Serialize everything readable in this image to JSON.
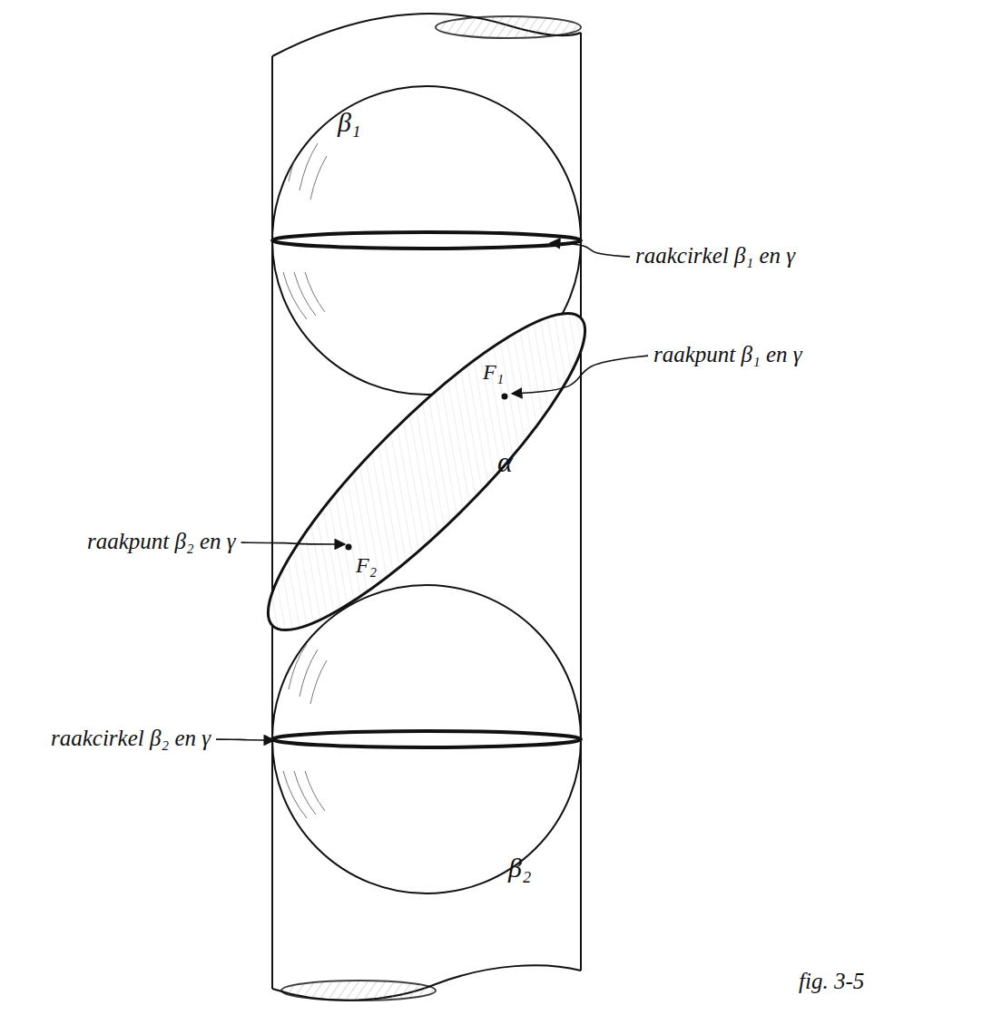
{
  "diagram": {
    "caption": "fig. 3-5",
    "labels": [
      "β₁",
      "raakcirkel β₁ en γ",
      "F₁",
      "raakpunt β₁ en γ",
      "α",
      "raakpunt β₂ en γ",
      "F₂",
      "raakcirkel β₂ en γ",
      "β₂"
    ]
  }
}
